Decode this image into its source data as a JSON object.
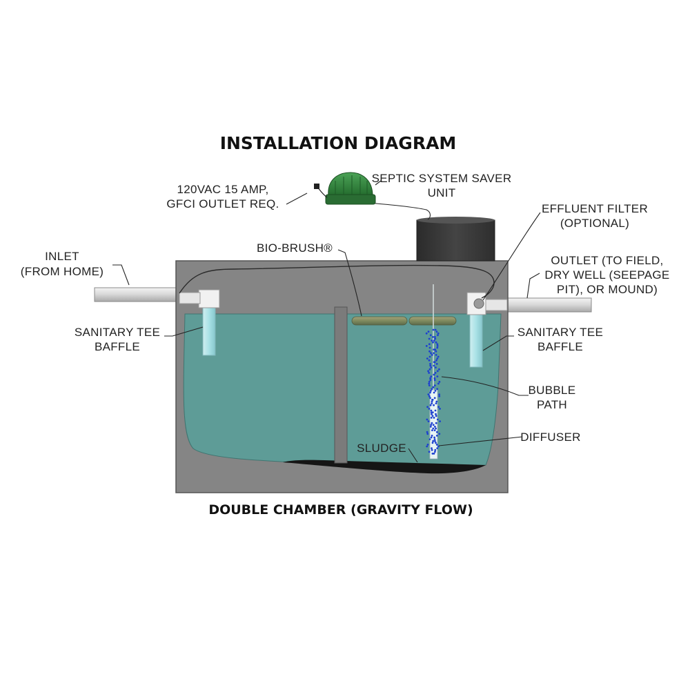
{
  "title": "INSTALLATION DIAGRAM",
  "subtitle": "DOUBLE CHAMBER (GRAVITY FLOW)",
  "labels": {
    "power_line1": "120VAC 15 AMP,",
    "power_line2": "GFCI OUTLET REQ.",
    "unit_line1": "SEPTIC SYSTEM SAVER",
    "unit_line2": "UNIT",
    "filter_line1": "EFFLUENT FILTER",
    "filter_line2": "(OPTIONAL)",
    "inlet_line1": "INLET",
    "inlet_line2": "(FROM HOME)",
    "biobrush": "BIO-BRUSH®",
    "outlet_line1": "OUTLET (TO FIELD,",
    "outlet_line2": "DRY WELL (SEEPAGE",
    "outlet_line3": "PIT), OR MOUND)",
    "tee_left_line1": "SANITARY TEE",
    "tee_left_line2": "BAFFLE",
    "tee_right_line1": "SANITARY TEE",
    "tee_right_line2": "BAFFLE",
    "bubble_line1": "BUBBLE",
    "bubble_line2": "PATH",
    "diffuser": "DIFFUSER",
    "sludge": "SLUDGE"
  },
  "colors": {
    "concrete": "#858585",
    "water": "#5e9c97",
    "pipe": "#d8d8d8",
    "unit": "#2f7d3a",
    "bubbles": "#1c3fd0",
    "sludge": "#151515",
    "riser": "#3c3c3c"
  }
}
